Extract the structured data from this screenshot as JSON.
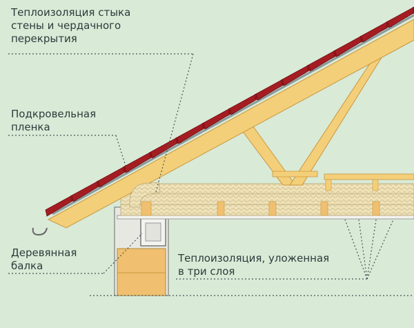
{
  "labels": {
    "wall_attic_insulation": [
      "Теплоизоляция стыка",
      "стены и чердачного",
      "перекрытия"
    ],
    "roofing_membrane": [
      "Подкровельная",
      "пленка"
    ],
    "wooden_beam": [
      "Деревянная",
      "балка"
    ],
    "three_layer_insulation": [
      "Теплоизоляция, уложенная",
      "в три слоя"
    ]
  },
  "colors": {
    "background": "#d9ead7",
    "timber": "#f4cf7a",
    "timber_dark": "#d9a94a",
    "roof_tile": "#a51d22",
    "insulation": "#efe2b8",
    "wall_block": "#e8e8e2",
    "beam": "#f0c070",
    "leader_line": "#4a5252"
  }
}
